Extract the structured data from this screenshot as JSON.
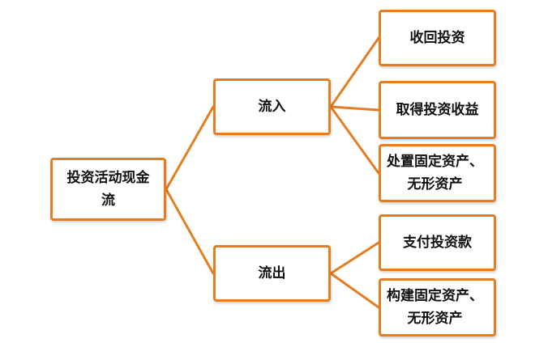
{
  "diagram": {
    "accent_color": "#E57E22",
    "root": {
      "label": "投资活动现金\n流"
    },
    "branches": [
      {
        "label": "流入",
        "children": [
          {
            "label": "收回投资"
          },
          {
            "label": "取得投资收益"
          },
          {
            "label": "处置固定资产、\n无形资产"
          }
        ]
      },
      {
        "label": "流出",
        "children": [
          {
            "label": "支付投资款"
          },
          {
            "label": "构建固定资产、\n无形资产"
          }
        ]
      }
    ]
  }
}
